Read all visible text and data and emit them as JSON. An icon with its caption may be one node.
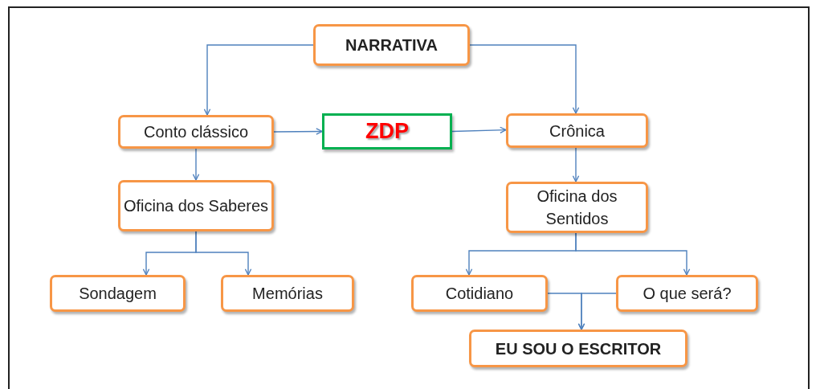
{
  "diagram": {
    "nodes": [
      {
        "text": [
          "NARRATIVA"
        ]
      },
      {
        "text": [
          "Conto clássico"
        ]
      },
      {
        "text": [
          "ZDP"
        ]
      },
      {
        "text": [
          "Crônica"
        ]
      },
      {
        "text": [
          "Oficina dos Saberes"
        ]
      },
      {
        "text": [
          "Oficina dos Sentidos"
        ]
      },
      {
        "text": [
          "Sondagem"
        ]
      },
      {
        "text": [
          "Memórias"
        ]
      },
      {
        "text": [
          "Cotidiano"
        ]
      },
      {
        "text": [
          "O que será?"
        ]
      },
      {
        "text": [
          "EU SOU O ESCRITOR"
        ]
      }
    ],
    "edges": [
      {
        "from": 0,
        "to": 1,
        "arrow": "to"
      },
      {
        "from": 0,
        "to": 3,
        "arrow": "to"
      },
      {
        "from": 1,
        "to": 2,
        "arrow": "to"
      },
      {
        "from": 2,
        "to": 3,
        "arrow": "to"
      },
      {
        "from": 1,
        "to": 4,
        "arrow": "to"
      },
      {
        "from": 4,
        "to": 6,
        "arrow": "to"
      },
      {
        "from": 4,
        "to": 7,
        "arrow": "to"
      },
      {
        "from": 3,
        "to": 5,
        "arrow": "to"
      },
      {
        "from": 5,
        "to": 8,
        "arrow": "to"
      },
      {
        "from": 5,
        "to": 9,
        "arrow": "to"
      },
      {
        "from": 8,
        "to": 10,
        "arrow": "to"
      },
      {
        "from": 9,
        "to": 10,
        "arrow": "to"
      }
    ]
  }
}
